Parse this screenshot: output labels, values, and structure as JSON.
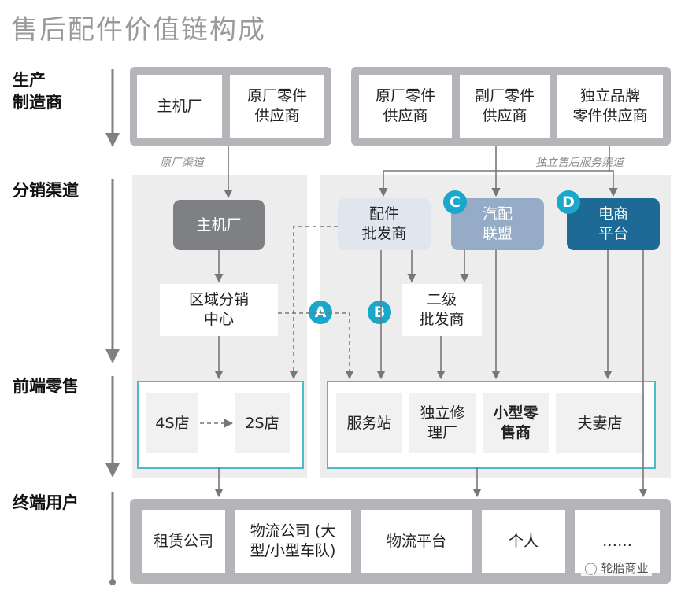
{
  "title": "售后配件价值链构成",
  "stages": {
    "production": "生产\n制造商",
    "distribution": "分销渠道",
    "retail": "前端零售",
    "end_user": "终端用户"
  },
  "manufacturers": {
    "oem": "主机厂",
    "oem_parts_supplier": "原厂零件\n供应商",
    "oem_parts_supplier_2": "原厂零件\n供应商",
    "secondary_parts_supplier": "副厂零件\n供应商",
    "independent_brand_supplier": "独立品牌\n零件供应商"
  },
  "channels": {
    "oem_channel": "原厂渠道",
    "independent_channel": "独立售后服务渠道"
  },
  "distribution": {
    "oem_node": "主机厂",
    "regional_center": "区域分销\n中心",
    "parts_wholesaler": "配件\n批发商",
    "auto_parts_alliance": "汽配\n联盟",
    "ecommerce_platform": "电商\n平台",
    "secondary_wholesaler": "二级\n批发商"
  },
  "badges": {
    "a": "A",
    "b": "B",
    "c": "C",
    "d": "D"
  },
  "retail": {
    "store_4s": "4S店",
    "store_2s": "2S店",
    "service_station": "服务站",
    "independent_repair": "独立修\n理厂",
    "small_retailer": "小型零\n售商",
    "mom_pop_store": "夫妻店"
  },
  "end_users": {
    "leasing_company": "租赁公司",
    "logistics_company": "物流公司 (大\n型/小型车队)",
    "logistics_platform": "物流平台",
    "individual": "个人",
    "others": "……"
  },
  "watermark": "轮胎商业",
  "colors": {
    "frame_gray": "#b3b5b8",
    "panel_gray": "#ededed",
    "oem_node": "#7e8083",
    "wholesaler_node": "#dfe6ee",
    "alliance_node": "#95abc6",
    "ecommerce_node": "#1d6a96",
    "badge": "#1aa7c9",
    "retail_border": "#4fb8c9"
  }
}
